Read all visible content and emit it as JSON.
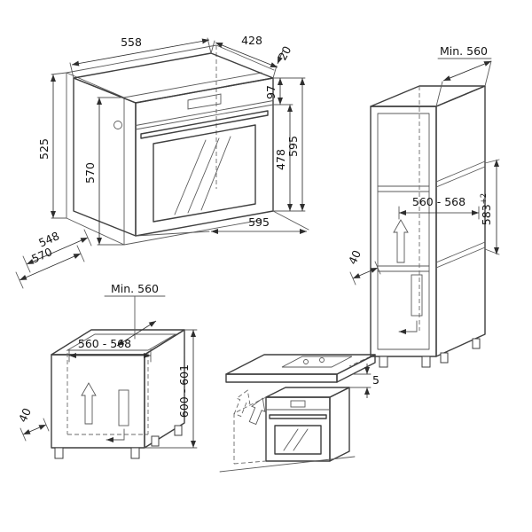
{
  "colors": {
    "line": "#3f3f3f",
    "text": "#141414",
    "background": "#ffffff"
  },
  "views": {
    "oven": {
      "d558": "558",
      "d428": "428",
      "d20": "20",
      "d97": "97",
      "d478": "478",
      "d595_height": "595",
      "d595_width": "595",
      "d525": "525",
      "d570_side": "570",
      "d548": "548",
      "d570_depth": "570"
    },
    "tall_cabinet": {
      "min_depth": "Min. 560",
      "niche_width": "560 - 568",
      "niche_height": "583",
      "niche_height_tolerance": "+2",
      "plinth_offset": "40"
    },
    "base_cabinet": {
      "min_depth": "Min. 560",
      "niche_width": "560 - 568",
      "niche_height": "600 - 601",
      "plinth_offset": "40"
    },
    "worktop": {
      "gap": "5"
    }
  }
}
